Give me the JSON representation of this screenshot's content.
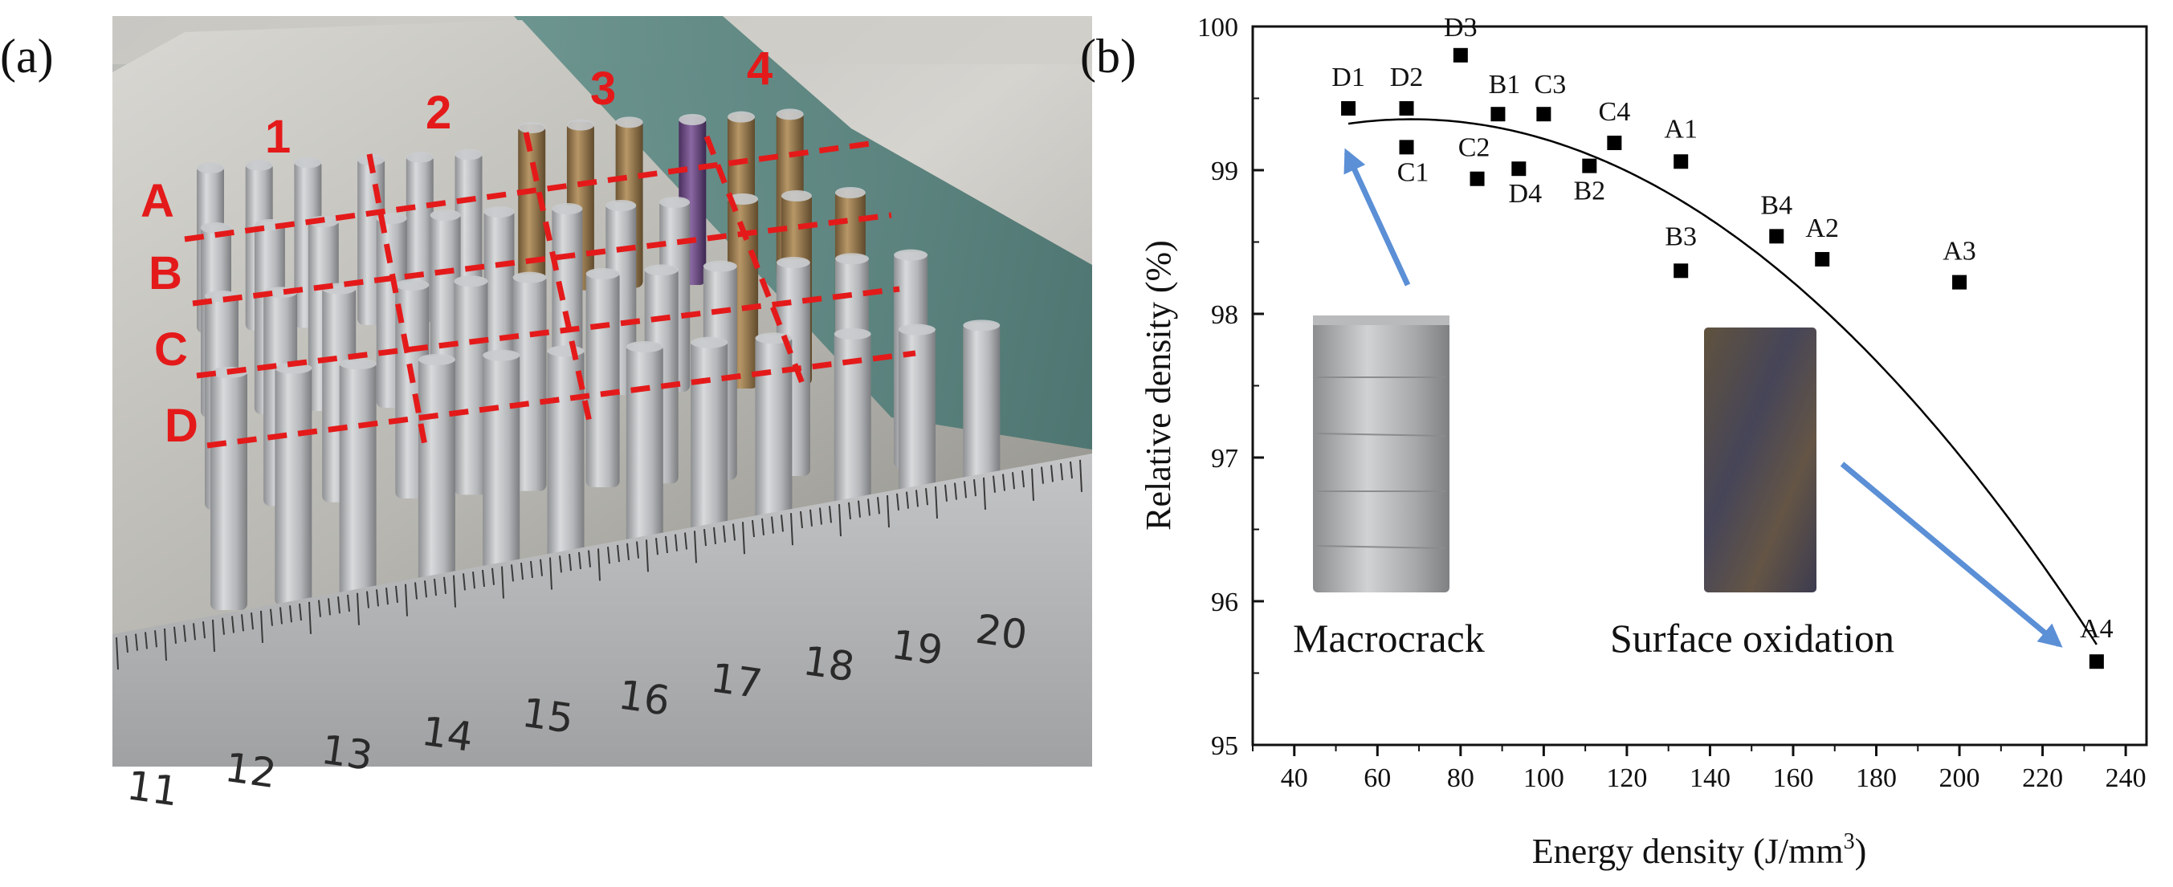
{
  "panel_a": {
    "label": "(a)",
    "column_labels": [
      "1",
      "2",
      "3",
      "4"
    ],
    "row_labels": [
      "A",
      "B",
      "C",
      "D"
    ],
    "ruler_numbers": [
      "11",
      "12",
      "13",
      "14",
      "15",
      "16",
      "17",
      "18",
      "19",
      "20"
    ]
  },
  "panel_b": {
    "label": "(b)",
    "inset_captions": [
      "Macrocrack",
      "Surface oxidation"
    ]
  },
  "chart_data": {
    "type": "scatter",
    "xlabel": "Energy density (J/mm",
    "xlabel_sup": "3",
    "xlabel_tail": ")",
    "ylabel": "Relative density (%)",
    "xlim": [
      30,
      245
    ],
    "ylim": [
      95,
      100
    ],
    "xticks": [
      40,
      60,
      80,
      100,
      120,
      140,
      160,
      180,
      200,
      220,
      240
    ],
    "yticks": [
      95,
      96,
      97,
      98,
      99,
      100
    ],
    "points": [
      {
        "label": "D1",
        "x": 53,
        "y": 99.43
      },
      {
        "label": "D2",
        "x": 67,
        "y": 99.43
      },
      {
        "label": "D3",
        "x": 80,
        "y": 99.8
      },
      {
        "label": "B1",
        "x": 89,
        "y": 99.39
      },
      {
        "label": "C3",
        "x": 100,
        "y": 99.39
      },
      {
        "label": "C1",
        "x": 67,
        "y": 99.16
      },
      {
        "label": "C2",
        "x": 84,
        "y": 98.94
      },
      {
        "label": "D4",
        "x": 94,
        "y": 99.01
      },
      {
        "label": "B2",
        "x": 111,
        "y": 99.03
      },
      {
        "label": "C4",
        "x": 117,
        "y": 99.19
      },
      {
        "label": "A1",
        "x": 133,
        "y": 99.06
      },
      {
        "label": "B3",
        "x": 133,
        "y": 98.3
      },
      {
        "label": "B4",
        "x": 156,
        "y": 98.54
      },
      {
        "label": "A2",
        "x": 167,
        "y": 98.38
      },
      {
        "label": "A3",
        "x": 200,
        "y": 98.22
      },
      {
        "label": "A4",
        "x": 233,
        "y": 95.58
      }
    ],
    "fit": {
      "type": "quadratic",
      "x_range": [
        53,
        233
      ],
      "a": -0.0001345,
      "b": 0.01833,
      "c": 98.73
    },
    "colors": {
      "marker": "#000000",
      "fit": "#000000",
      "arrow": "#5b8fd6"
    }
  }
}
